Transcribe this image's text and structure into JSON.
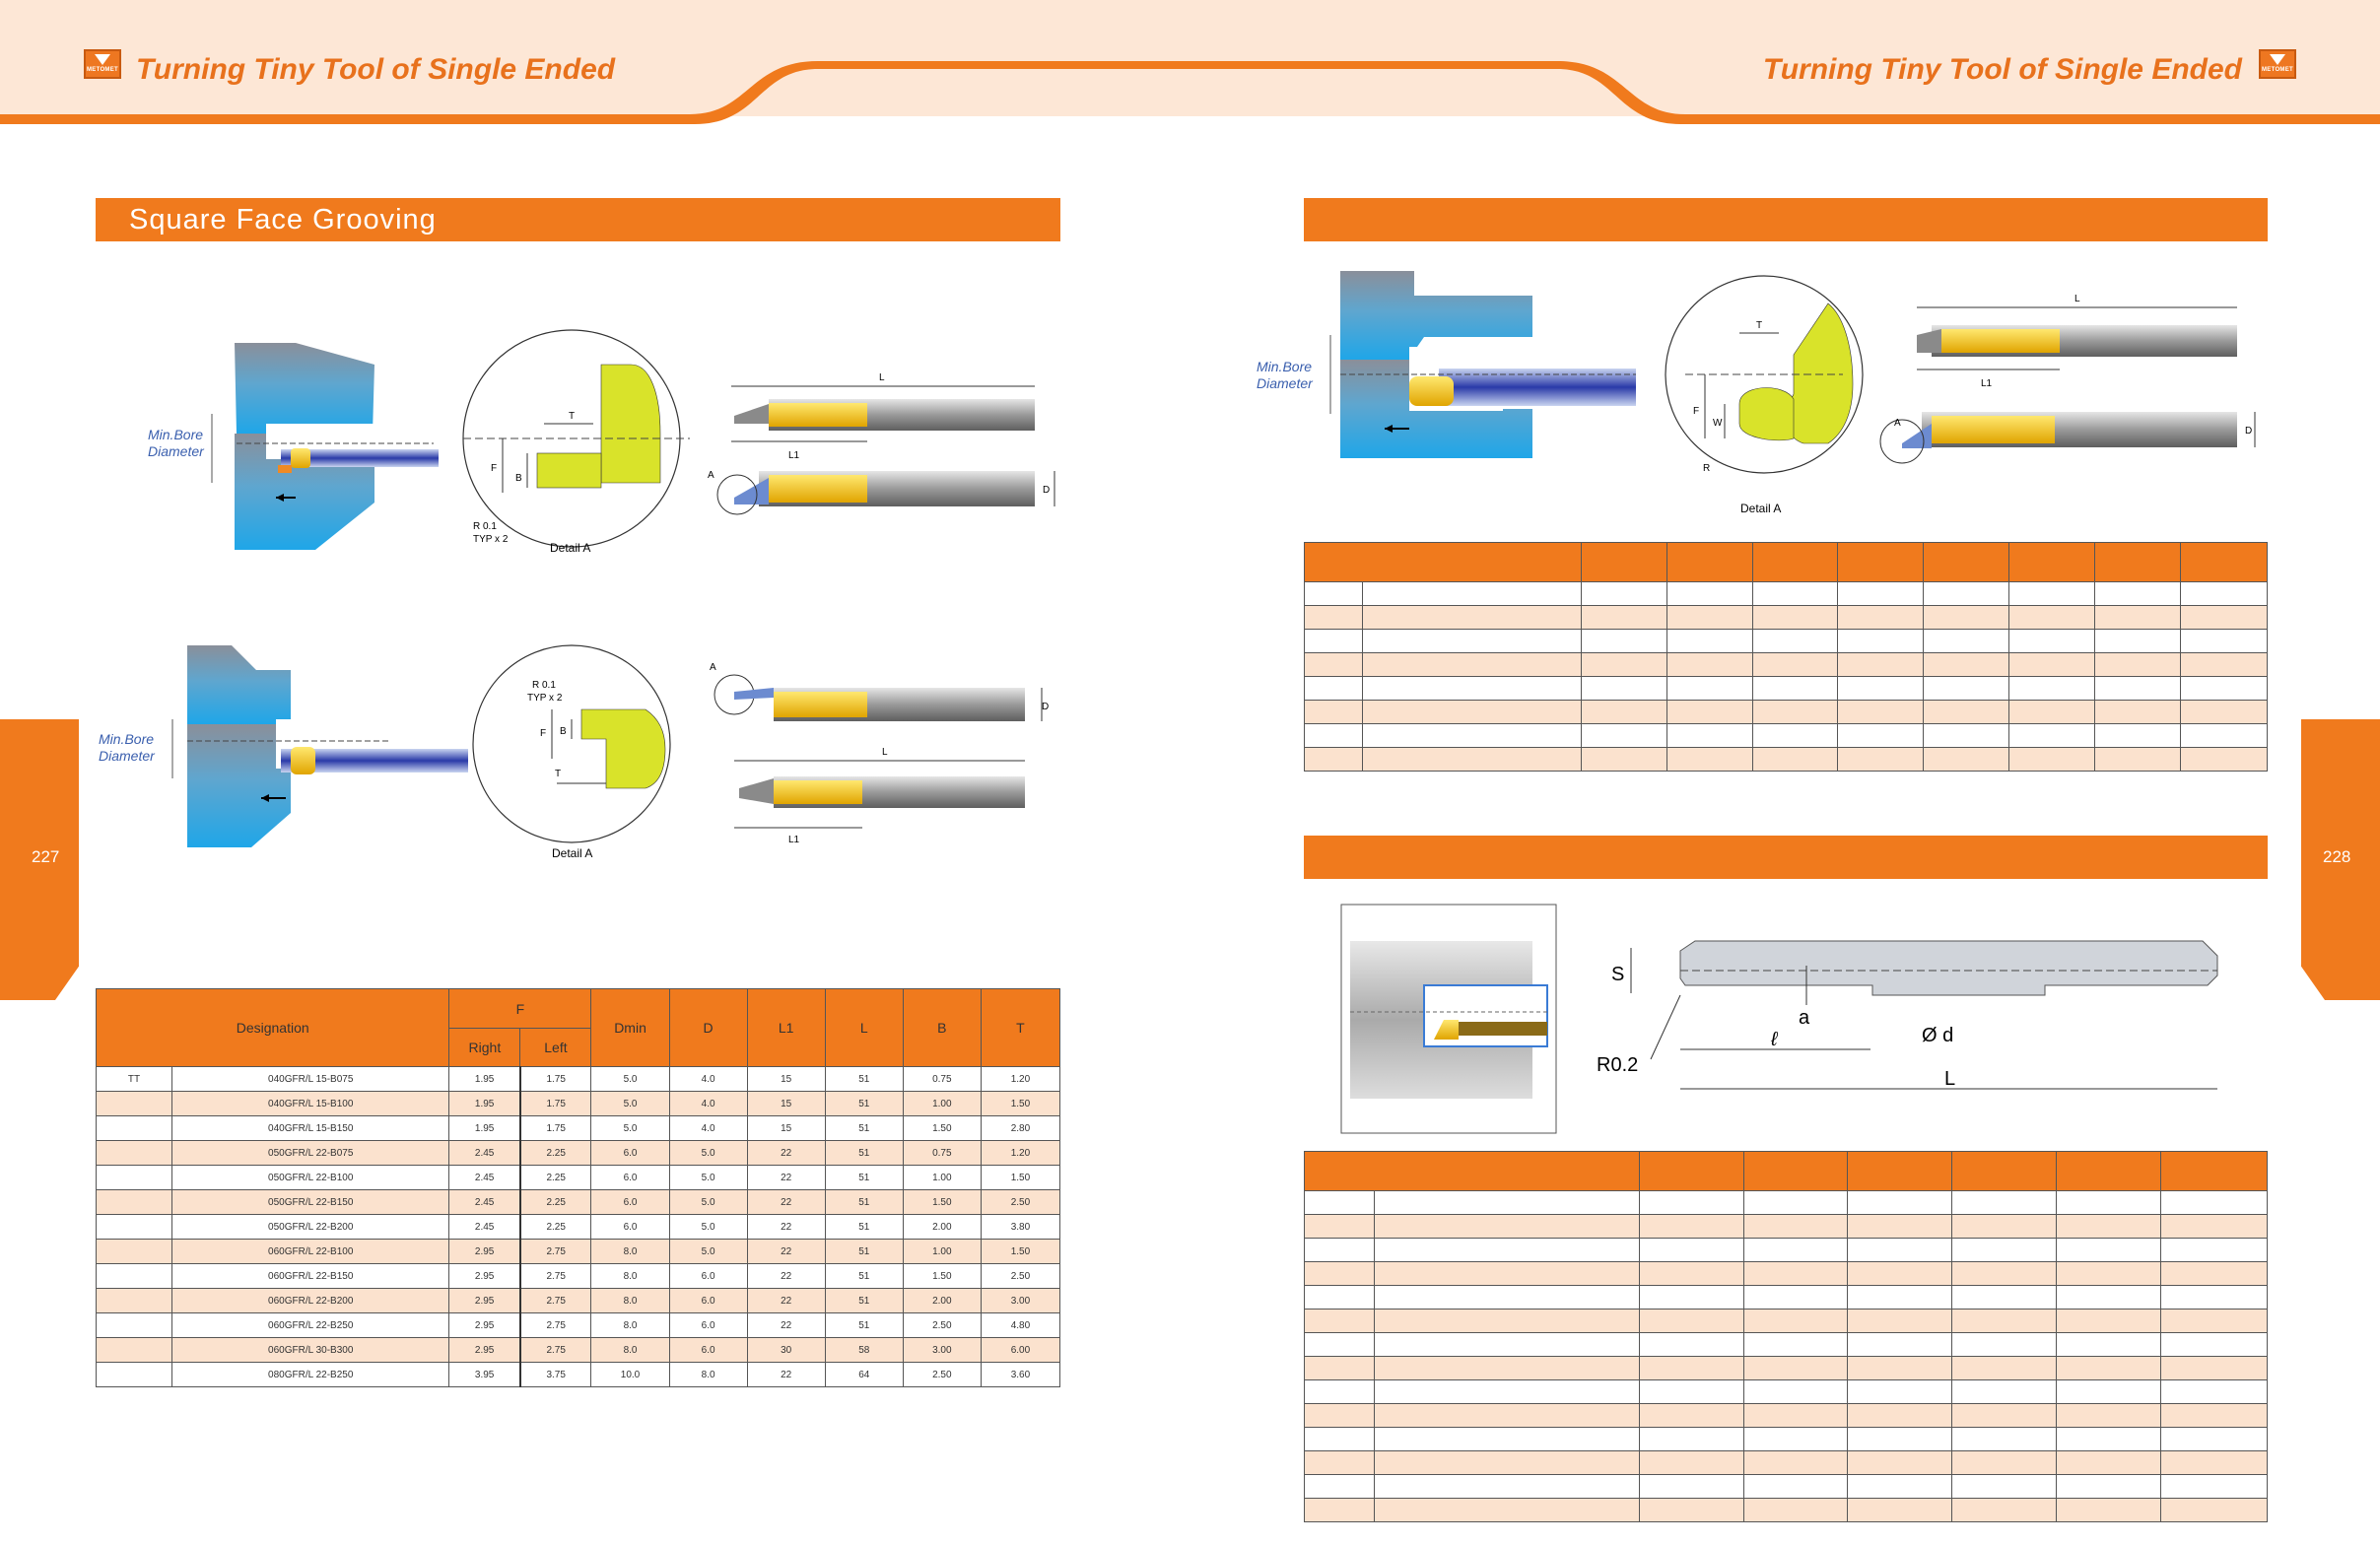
{
  "header": {
    "title_left": "Turning Tiny Tool of Single Ended",
    "title_right": "Turning Tiny Tool of Single Ended",
    "logo_text": "METOMET"
  },
  "colors": {
    "accent": "#f07a1d",
    "band": "#fde7d6",
    "row_shade": "#fbe2ce",
    "title": "#e8711c"
  },
  "left_page": {
    "page_number": "227",
    "section_title": "Square Face Grooving",
    "diagram_top": {
      "min_bore": [
        "Min.Bore",
        "Diameter"
      ],
      "detail_label": "Detail A",
      "r_label": "R 0.1",
      "typ_label": "TYP x 2",
      "dims": {
        "T": "T",
        "F": "F",
        "B": "B",
        "L": "L",
        "L1": "L1",
        "D": "D",
        "A": "A"
      }
    },
    "diagram_bottom": {
      "min_bore": [
        "Min.Bore",
        "Diameter"
      ],
      "detail_label": "Detail A",
      "r_label": "R 0.1",
      "typ_label": "TYP x 2",
      "dims": {
        "T": "T",
        "F": "F",
        "B": "B",
        "L": "L",
        "L1": "L1",
        "D": "D",
        "A": "A"
      }
    },
    "table": {
      "headers": {
        "designation": "Designation",
        "f": "F",
        "right": "Right",
        "left": "Left",
        "dmin": "Dmin",
        "d": "D",
        "l1": "L1",
        "l": "L",
        "b": "B",
        "t": "T"
      },
      "rows": [
        [
          "TT",
          "040GFR/L 15-B075",
          "1.95",
          "1.75",
          "5.0",
          "4.0",
          "15",
          "51",
          "0.75",
          "1.20"
        ],
        [
          "",
          "040GFR/L 15-B100",
          "1.95",
          "1.75",
          "5.0",
          "4.0",
          "15",
          "51",
          "1.00",
          "1.50"
        ],
        [
          "",
          "040GFR/L 15-B150",
          "1.95",
          "1.75",
          "5.0",
          "4.0",
          "15",
          "51",
          "1.50",
          "2.80"
        ],
        [
          "",
          "050GFR/L 22-B075",
          "2.45",
          "2.25",
          "6.0",
          "5.0",
          "22",
          "51",
          "0.75",
          "1.20"
        ],
        [
          "",
          "050GFR/L 22-B100",
          "2.45",
          "2.25",
          "6.0",
          "5.0",
          "22",
          "51",
          "1.00",
          "1.50"
        ],
        [
          "",
          "050GFR/L 22-B150",
          "2.45",
          "2.25",
          "6.0",
          "5.0",
          "22",
          "51",
          "1.50",
          "2.50"
        ],
        [
          "",
          "050GFR/L 22-B200",
          "2.45",
          "2.25",
          "6.0",
          "5.0",
          "22",
          "51",
          "2.00",
          "3.80"
        ],
        [
          "",
          "060GFR/L 22-B100",
          "2.95",
          "2.75",
          "8.0",
          "5.0",
          "22",
          "51",
          "1.00",
          "1.50"
        ],
        [
          "",
          "060GFR/L 22-B150",
          "2.95",
          "2.75",
          "8.0",
          "6.0",
          "22",
          "51",
          "1.50",
          "2.50"
        ],
        [
          "",
          "060GFR/L 22-B200",
          "2.95",
          "2.75",
          "8.0",
          "6.0",
          "22",
          "51",
          "2.00",
          "3.00"
        ],
        [
          "",
          "060GFR/L 22-B250",
          "2.95",
          "2.75",
          "8.0",
          "6.0",
          "22",
          "51",
          "2.50",
          "4.80"
        ],
        [
          "",
          "060GFR/L 30-B300",
          "2.95",
          "2.75",
          "8.0",
          "6.0",
          "30",
          "58",
          "3.00",
          "6.00"
        ],
        [
          "",
          "080GFR/L 22-B250",
          "3.95",
          "3.75",
          "10.0",
          "8.0",
          "22",
          "64",
          "2.50",
          "3.60"
        ]
      ]
    }
  },
  "right_page": {
    "page_number": "228",
    "section1_title": "",
    "section2_title": "",
    "diagram_top": {
      "min_bore": [
        "Min.Bore",
        "Diameter"
      ],
      "detail_label": "Detail A",
      "dims": {
        "T": "T",
        "F": "F",
        "W": "W",
        "R": "R",
        "L": "L",
        "L1": "L1",
        "D": "D",
        "A": "A"
      }
    },
    "diagram_bar": {
      "dims": {
        "S": "S",
        "a": "a",
        "ell": "ℓ",
        "od": "Ø d",
        "L": "L",
        "r": "R0.2"
      }
    }
  }
}
